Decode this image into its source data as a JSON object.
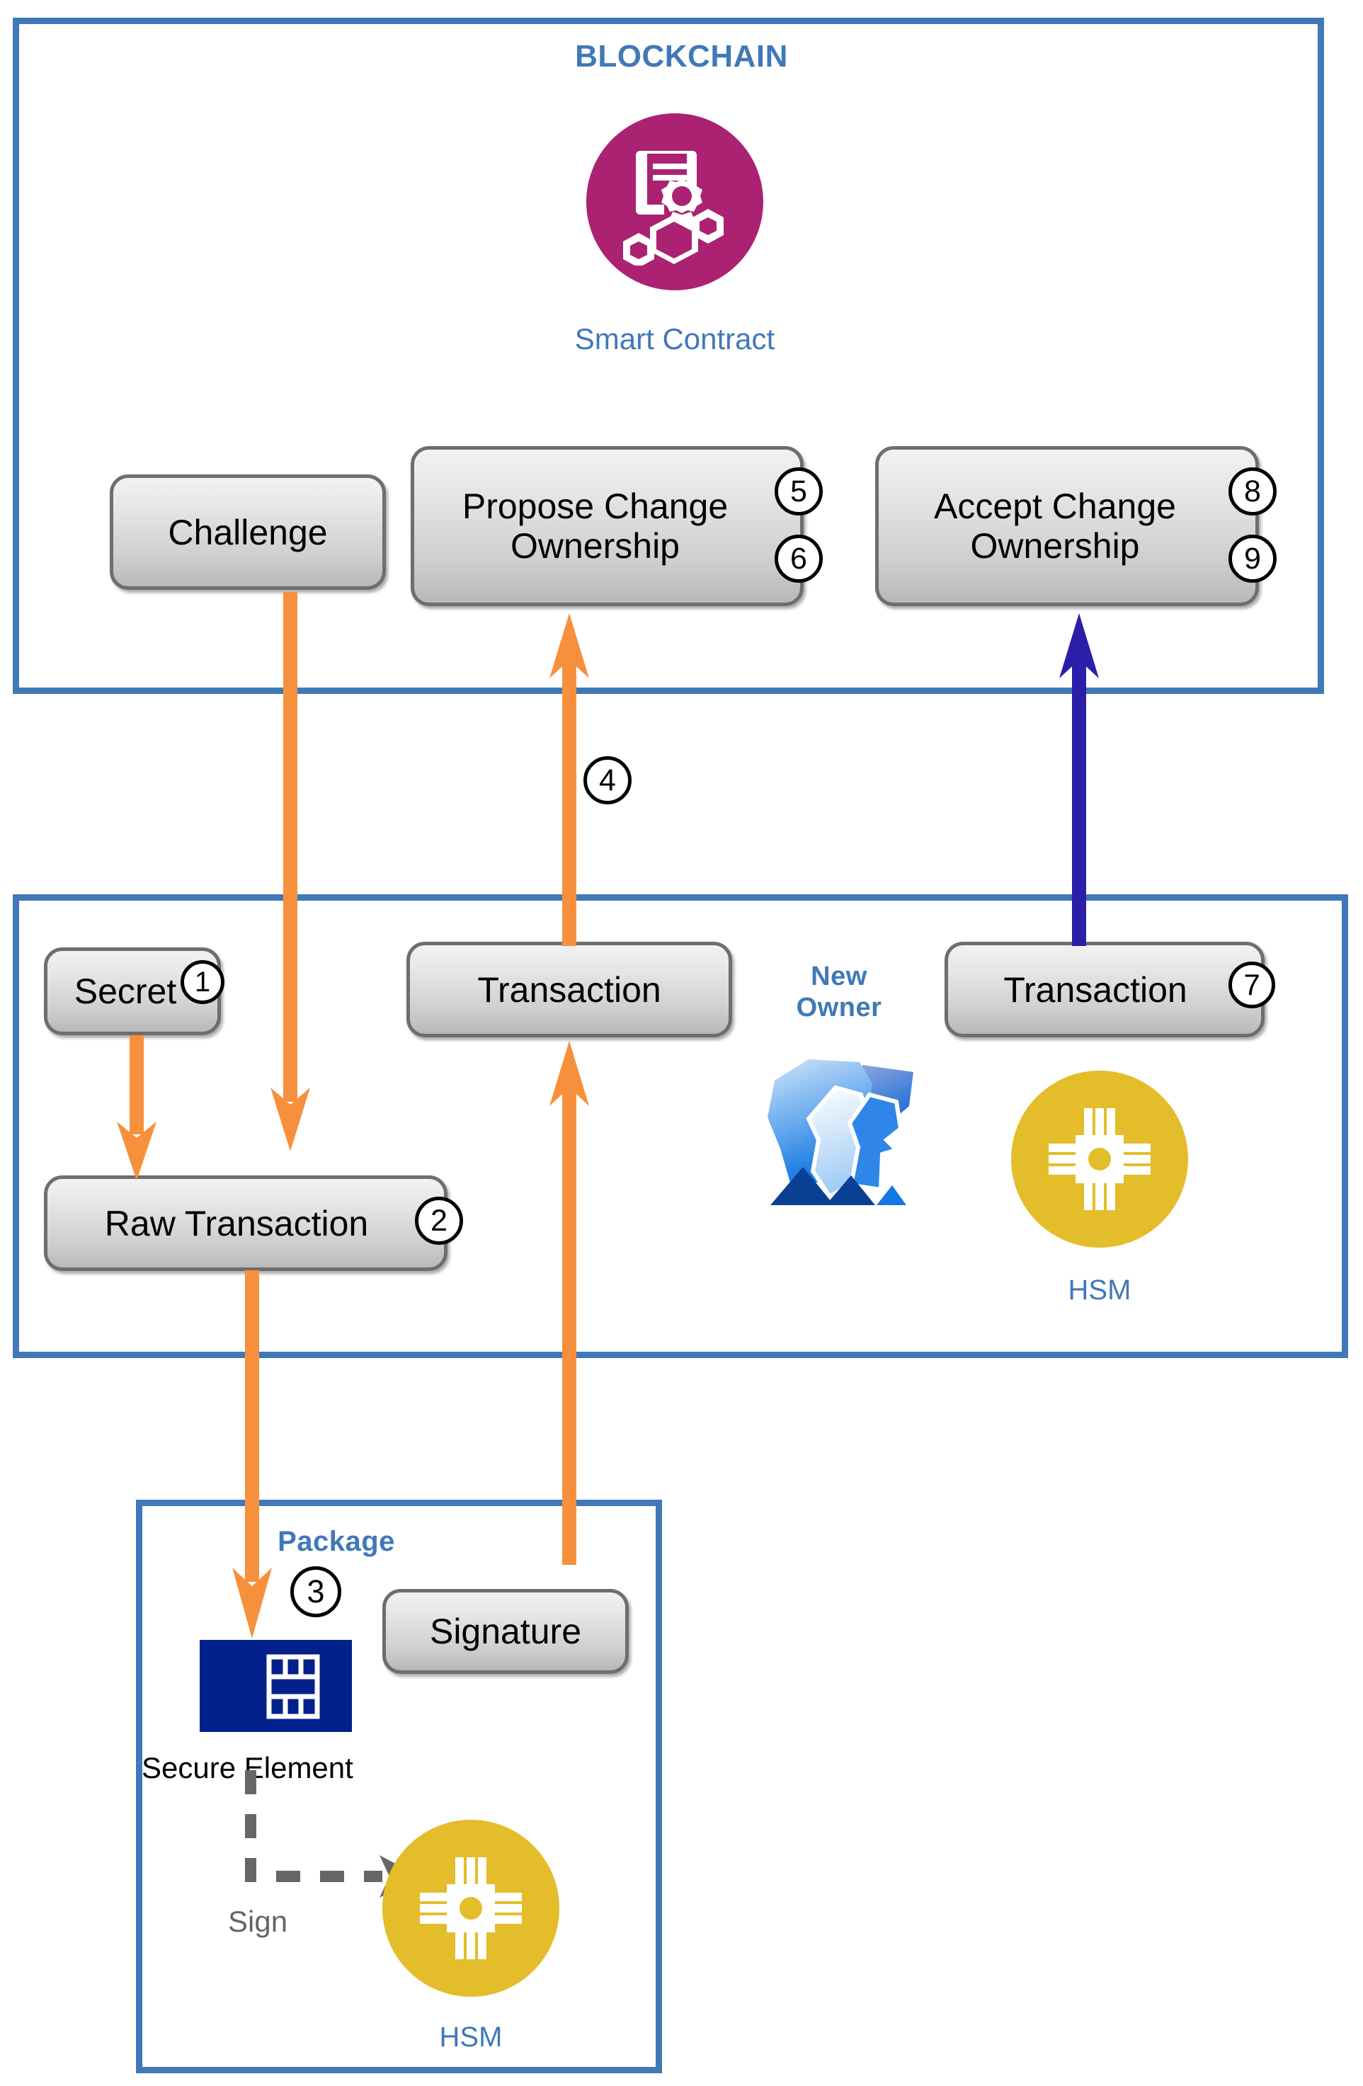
{
  "diagram": {
    "panels": {
      "blockchain": {
        "title": "BLOCKCHAIN"
      },
      "device": {
        "new_owner_label": "New\nOwner"
      },
      "package": {
        "title": "Package"
      }
    },
    "icons": {
      "smart_contract": {
        "name": "smart-contract-icon",
        "caption": "Smart Contract",
        "color": "#ab2272"
      },
      "hsm_device": {
        "name": "hsm-chip-icon",
        "caption": "HSM",
        "color": "#e3bd2a"
      },
      "hsm_package": {
        "name": "hsm-chip-icon",
        "caption": "HSM",
        "color": "#e3bd2a"
      },
      "secure_element": {
        "name": "secure-element-chip-icon",
        "label": "Secure Element",
        "color": "#03218b"
      },
      "new_owner": {
        "name": "people-icon",
        "color": "#2f7fd1"
      }
    },
    "boxes": {
      "challenge": {
        "label": "Challenge"
      },
      "propose": {
        "label": "Propose Change\nOwnership"
      },
      "accept": {
        "label": "Accept Change\nOwnership"
      },
      "secret": {
        "label": "Secret"
      },
      "transaction_mid": {
        "label": "Transaction"
      },
      "transaction_new_owner": {
        "label": "Transaction"
      },
      "raw_transaction": {
        "label": "Raw Transaction"
      },
      "signature": {
        "label": "Signature"
      }
    },
    "steps": {
      "s1": "1",
      "s2": "2",
      "s3": "3",
      "s4": "4",
      "s5": "5",
      "s6": "6",
      "s7": "7",
      "s8": "8",
      "s9": "9"
    },
    "connectors": {
      "sign_label": "Sign"
    },
    "colors": {
      "panel_border": "#4178b8",
      "accent_text": "#4178b8",
      "arrow_orange": "#f7903d",
      "arrow_blue": "#2b1ea8",
      "arrow_grey": "#666666",
      "box_border": "#6e6e6e",
      "smart_contract": "#ab2272",
      "hsm": "#e3bd2a",
      "secure_element": "#03218b"
    }
  }
}
